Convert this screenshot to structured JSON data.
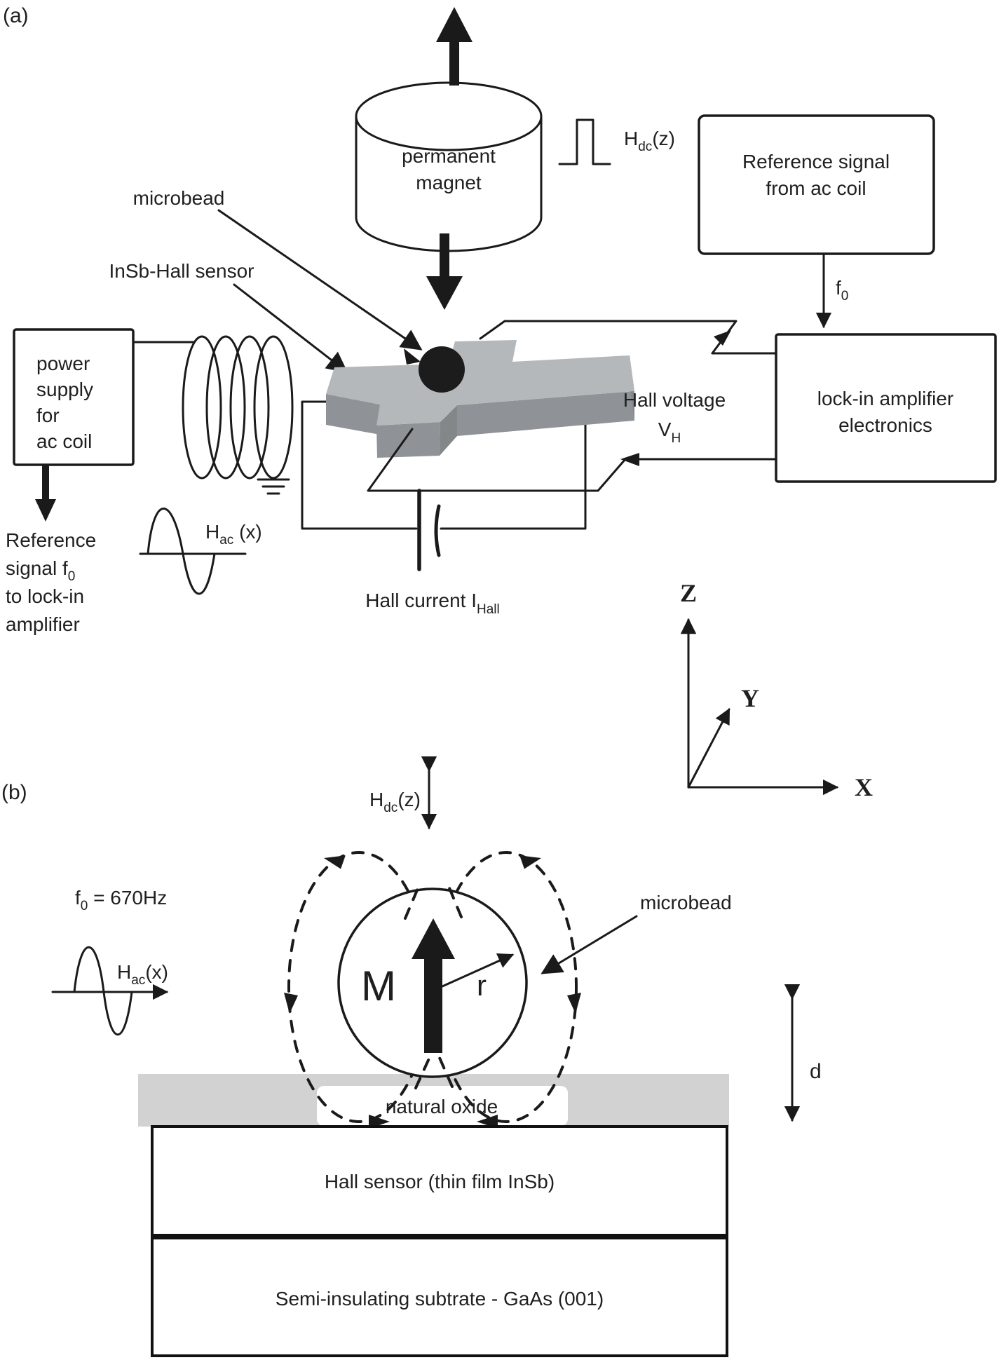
{
  "figure": {
    "type": "scientific-schematic",
    "description_visible_panels": [
      "(a)",
      "(b)"
    ]
  },
  "panel_a": {
    "label": "(a)",
    "magnet": {
      "line1": "permanent",
      "line2": "magnet"
    },
    "hdc": {
      "main": "H",
      "sub": "dc",
      "suffix": "(z)"
    },
    "reference_box": {
      "line1": "Reference signal",
      "line2": "from ac coil"
    },
    "f0": {
      "main": "f",
      "sub": "0"
    },
    "lockin_box": {
      "line1": "lock-in amplifier",
      "line2": "electronics"
    },
    "microbead_label": "microbead",
    "insb_label": "InSb-Hall sensor",
    "power_box": {
      "line1": "power",
      "line2": "supply",
      "line3": "for",
      "line4": "ac coil"
    },
    "ref_signal_text": {
      "line1": "Reference",
      "line2_main": "signal f",
      "line2_sub": "0",
      "line3": "to lock-in",
      "line4": "amplifier"
    },
    "hac": {
      "main": "H",
      "sub": "ac",
      "suffix": " (x)"
    },
    "hall_voltage": {
      "line1": "Hall voltage",
      "v_main": "V",
      "v_sub": "H"
    },
    "hall_current": {
      "main": "Hall current I",
      "sub": "Hall"
    },
    "axes": {
      "z": "Z",
      "y": "Y",
      "x": "X"
    }
  },
  "panel_b": {
    "label": "(b)",
    "hdc": {
      "main": "H",
      "sub": "dc",
      "suffix": "(z)"
    },
    "f0_line": {
      "main": "f",
      "sub": "0",
      "suffix": " = 670Hz"
    },
    "hac": {
      "main": "H",
      "sub": "ac",
      "suffix": "(x)"
    },
    "bead": {
      "magnetization": "M",
      "radius": "r"
    },
    "microbead_label": "microbead",
    "oxide_label": "natural oxide",
    "hall_layer_label": "Hall sensor (thin film InSb)",
    "substrate_label": "Semi-insulating subtrate - GaAs (001)",
    "distance_label": "d"
  },
  "colors": {
    "ink": "#1a1a1a",
    "cross_top": "#b5b8bb",
    "cross_side": "#8f9296",
    "cross_side_dark": "#84878a",
    "bead": "#1c1c1c",
    "oxide_band": "#d2d2d2",
    "background": "#ffffff"
  }
}
